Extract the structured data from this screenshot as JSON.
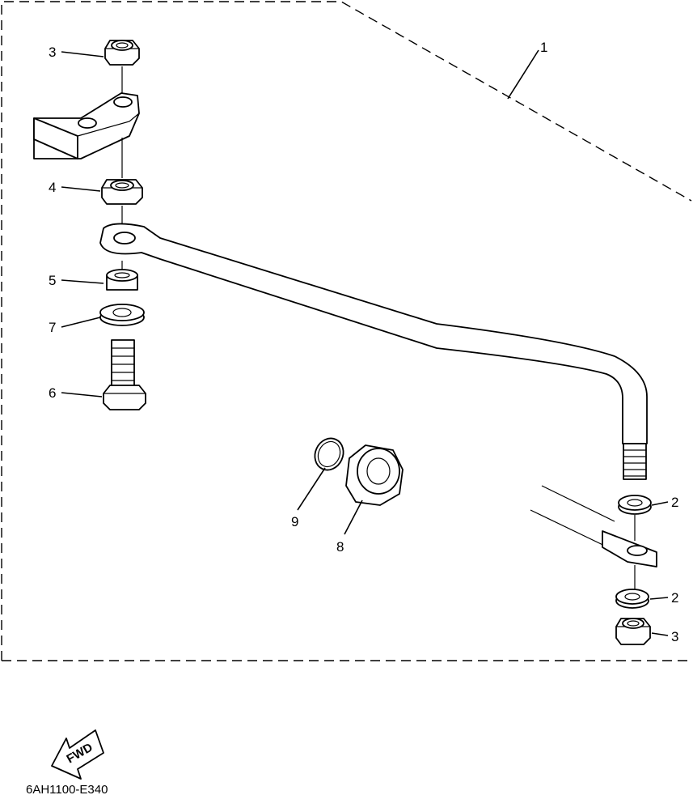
{
  "callouts": {
    "c1": "1",
    "c3_top": "3",
    "c4": "4",
    "c5": "5",
    "c7": "7",
    "c6": "6",
    "c9": "9",
    "c8": "8",
    "c2_upper": "2",
    "c2_lower": "2",
    "c3_bottom": "3"
  },
  "fwd_label": "FWD",
  "drawing_code": "6AH1100-E340"
}
